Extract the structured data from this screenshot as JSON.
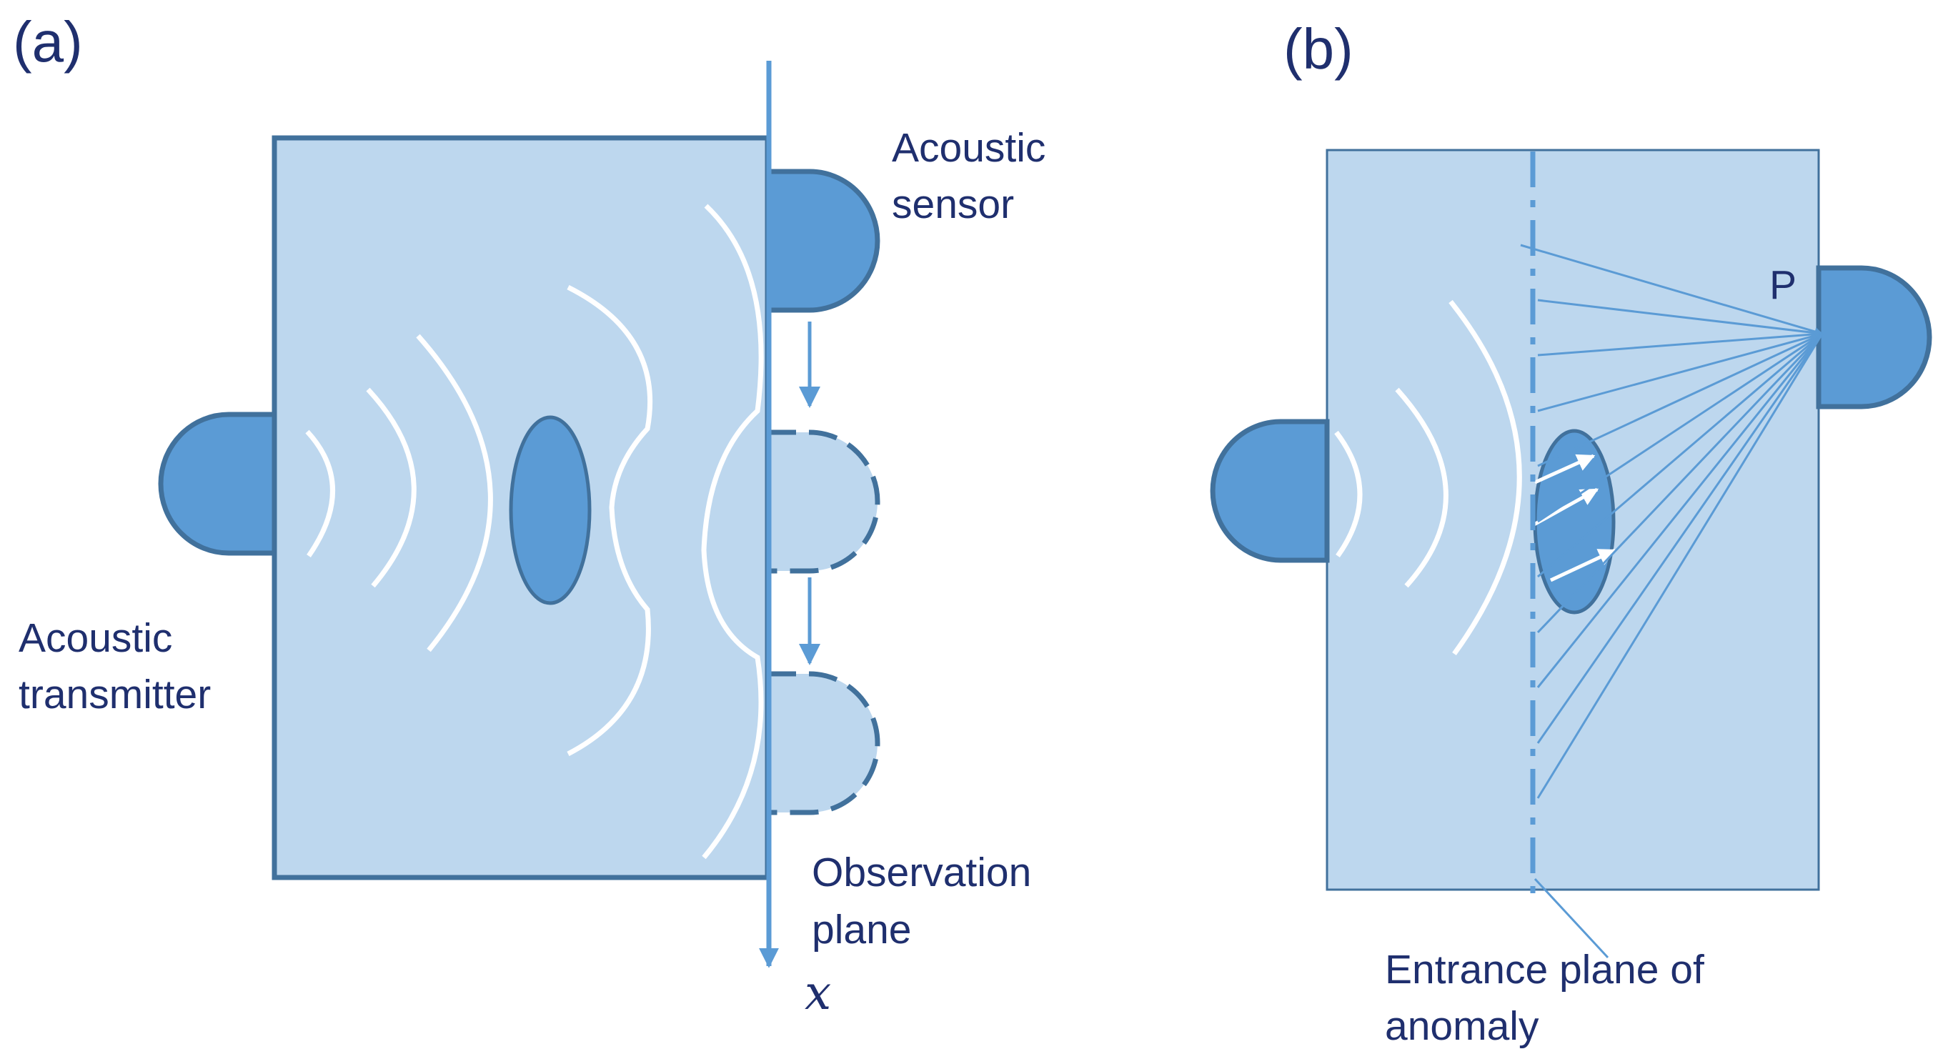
{
  "panels": {
    "a": {
      "label": "(a)",
      "sensor_label_line1": "Acoustic",
      "sensor_label_line2": "sensor",
      "transmitter_label_line1": "Acoustic",
      "transmitter_label_line2": "transmitter",
      "plane_label_line1": "Observation",
      "plane_label_line2": "plane",
      "axis_label": "x"
    },
    "b": {
      "label": "(b)",
      "point_label": "P",
      "entrance_label_line1": "Entrance plane of",
      "entrance_label_line2": "anomaly"
    }
  },
  "colors": {
    "medium_fill": "#bdd7ee",
    "device_fill": "#5b9bd5",
    "outline": "#41719c",
    "text": "#1f2f6e",
    "wave": "#ffffff"
  }
}
